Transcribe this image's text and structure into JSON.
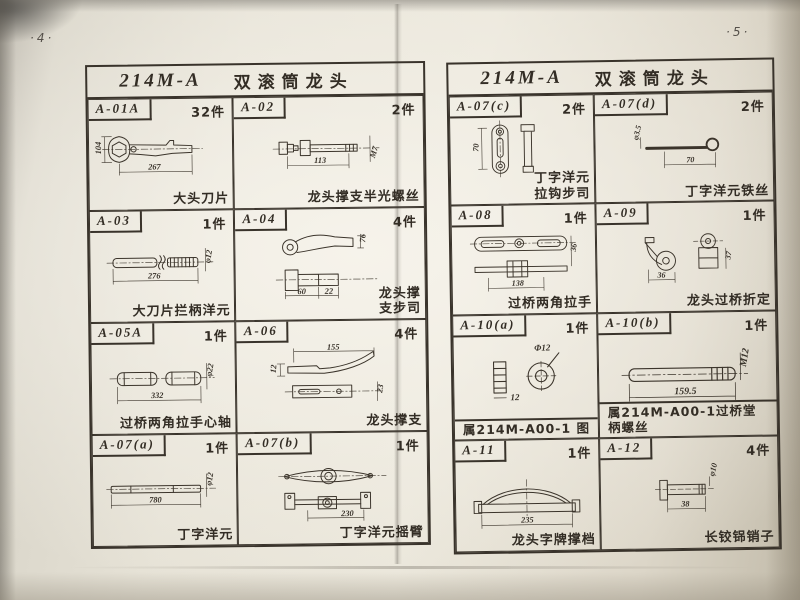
{
  "page_numbers": {
    "left": "·4·",
    "right": "·5·"
  },
  "pages": [
    {
      "title_code": "214M-A",
      "title_name": "双滚筒龙头",
      "cells": [
        {
          "code": "A-01A",
          "qty": "32件",
          "caption": "大头刀片",
          "dims": [
            "104",
            "267"
          ]
        },
        {
          "code": "A-02",
          "qty": "2件",
          "caption": "龙头撑支半光螺丝",
          "dims": [
            "113",
            "M7"
          ]
        },
        {
          "code": "A-03",
          "qty": "1件",
          "caption": "大刀片拦柄洋元",
          "dims": [
            "276",
            "φ12"
          ]
        },
        {
          "code": "A-04",
          "qty": "4件",
          "caption": "龙头撑",
          "caption2": "支步司",
          "dims": [
            "76",
            "60",
            "22"
          ]
        },
        {
          "code": "A-05A",
          "qty": "1件",
          "caption": "过桥两角拉手心轴",
          "dims": [
            "332",
            "φ22"
          ]
        },
        {
          "code": "A-06",
          "qty": "4件",
          "caption": "龙头撑支",
          "dims": [
            "155",
            "12",
            "23"
          ]
        },
        {
          "code": "A-07(a)",
          "qty": "1件",
          "caption": "丁字洋元",
          "dims": [
            "780",
            "φ12"
          ]
        },
        {
          "code": "A-07(b)",
          "qty": "1件",
          "caption": "丁字洋元摇臂",
          "dims": [
            "230"
          ]
        }
      ]
    },
    {
      "title_code": "214M-A",
      "title_name": "双滚筒龙头",
      "cells": [
        {
          "code": "A-07(c)",
          "qty": "2件",
          "caption": "丁字洋元",
          "caption2": "拉钩步司",
          "dims": [
            "70"
          ]
        },
        {
          "code": "A-07(d)",
          "qty": "2件",
          "caption": "丁字洋元铁丝",
          "dims": [
            "φ3.5",
            "70"
          ]
        },
        {
          "code": "A-08",
          "qty": "1件",
          "caption": "过桥两角拉手",
          "dims": [
            "138",
            "36"
          ]
        },
        {
          "code": "A-09",
          "qty": "1件",
          "caption": "龙头过桥折定",
          "dims": [
            "36",
            "37"
          ]
        },
        {
          "code": "A-10(a)",
          "qty": "1件",
          "caption": "属214M-A00-1",
          "caption_end": "图",
          "strip": true,
          "dims": [
            "Φ12",
            "12"
          ]
        },
        {
          "code": "A-10(b)",
          "qty": "1件",
          "caption": "属214M-A00-1过桥堂柄螺丝",
          "strip": true,
          "dims": [
            "159.5",
            "M12"
          ]
        },
        {
          "code": "A-11",
          "qty": "1件",
          "caption": "龙头字牌撑档",
          "dims": [
            "235"
          ]
        },
        {
          "code": "A-12",
          "qty": "4件",
          "caption": "长铰铞销子",
          "dims": [
            "38",
            "φ10"
          ]
        }
      ]
    }
  ]
}
